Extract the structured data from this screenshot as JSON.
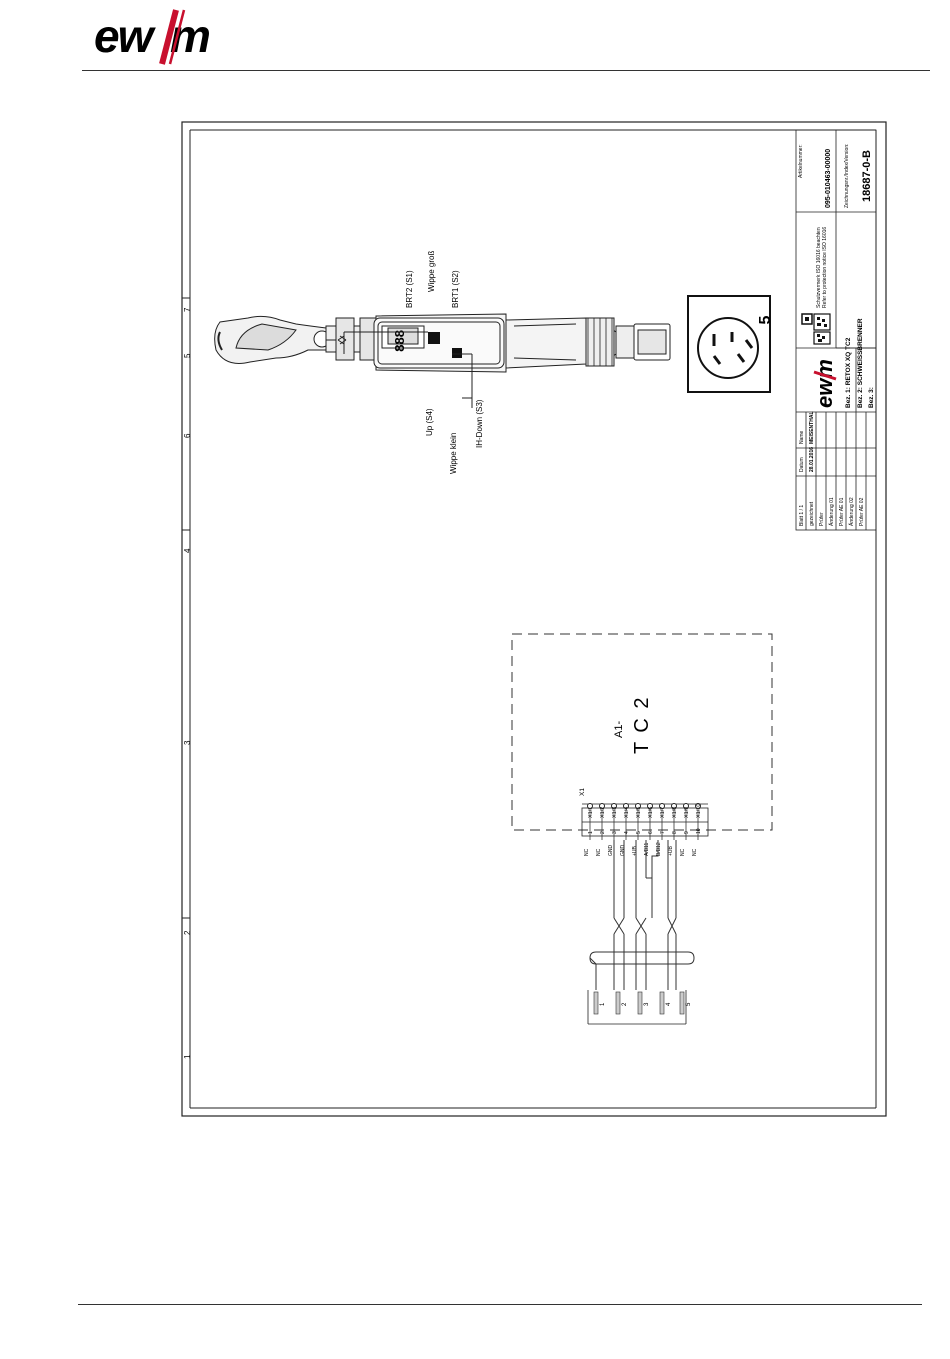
{
  "brand": {
    "logo_text": "ewm",
    "logo_color": "#c8102e"
  },
  "frame": {
    "zone_numbers": [
      "1",
      "2",
      "3",
      "4",
      "6",
      "5",
      "7"
    ]
  },
  "torch": {
    "display_text": "888",
    "labels": {
      "brt2": "BRT2 (S1)",
      "wippe_gross": "Wippe groß",
      "brt1": "BRT1 (S2)",
      "up": "Up (S4)",
      "wippe_klein": "Wippe klein",
      "ih_down": "IH-Down (S3)"
    }
  },
  "connector": {
    "pin_count_label": "5"
  },
  "module": {
    "designator": "A1-",
    "name": "T C 2",
    "connector": "X1"
  },
  "terminals": [
    {
      "id": "X1/1",
      "num": "1",
      "signal": "NC"
    },
    {
      "id": "X1/2",
      "num": "2",
      "signal": "NC"
    },
    {
      "id": "X1/3",
      "num": "3",
      "signal": "GND"
    },
    {
      "id": "X1/4",
      "num": "4",
      "signal": "GND"
    },
    {
      "id": "X1/5",
      "num": "5",
      "signal": "+UB"
    },
    {
      "id": "X1/6",
      "num": "6",
      "signal": "A/B11"
    },
    {
      "id": "X1/7",
      "num": "7",
      "signal": "B/B12"
    },
    {
      "id": "X1/8",
      "num": "8",
      "signal": "+UB"
    },
    {
      "id": "X1/9",
      "num": "9",
      "signal": "NC"
    },
    {
      "id": "X1/10",
      "num": "10",
      "signal": "NC"
    }
  ],
  "plug_pins": [
    "1",
    "2",
    "3",
    "4",
    "5"
  ],
  "title_block": {
    "blatt": "Blatt  1  /  1",
    "datum_label": "Datum",
    "name_label": "Name",
    "gezeichnet": "gezeichnet",
    "date": "28.01.2016",
    "drawn_by": "MEISENTHAL",
    "pruefer": "Prüfer",
    "aenderung_01": "Änderung 01",
    "pruefer_ae_01": "Prüfer AE 01",
    "aenderung_02": "Änderung 02",
    "pruefer_ae_02": "Prüfer AE 02",
    "notice_1": "Schutzvermerk ISO 16016 beachten",
    "notice_2": "Refer to protection notice ISO 16016",
    "bez1": "Bez. 1: RETOX XQ TC2",
    "bez2": "Bez. 2: SCHWEISSBRENNER",
    "bez3": "Bez. 3:",
    "artikel_label": "Artikelnummer:",
    "artikel": "095-010463-00000",
    "zeichnung_label": "Zeichnungsnr./Index/Version:",
    "zeichnung": "18687-0-B"
  }
}
